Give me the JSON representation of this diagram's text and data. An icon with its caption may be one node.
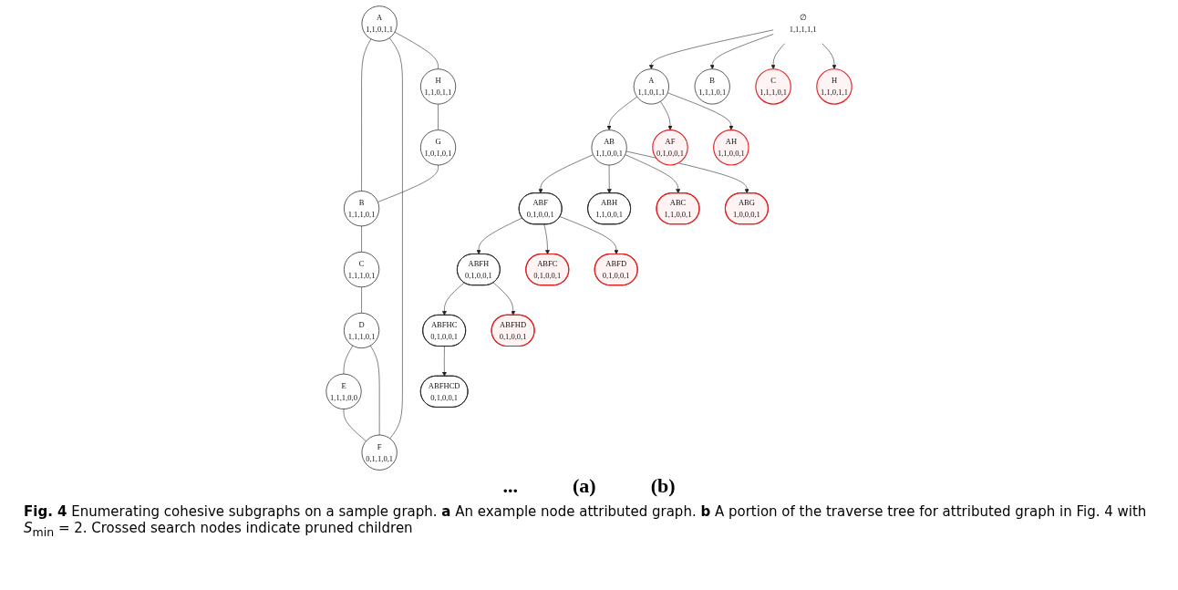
{
  "diagram": {
    "caption": "**Fig. 4** Enumerating cohesive subgraphs on a sample graph. **a** An example node attributed graph. **b** A portion of the traverse tree for attributed graph in Fig. 4 with *S*$_{min}$ = 2. Crossed search nodes indicate pruned children",
    "nodes": [
      {
        "text": [
          "A",
          "1,1,0,1,1"
        ]
      },
      {
        "text": [
          "B",
          "1,1,1,0,1"
        ]
      },
      {
        "text": [
          "C",
          "1,1,1,0,1"
        ]
      },
      {
        "text": [
          "D",
          "1,1,1,0,1"
        ]
      },
      {
        "text": [
          "E",
          "1,1,1,0,0"
        ]
      },
      {
        "text": [
          "F",
          "0,1,1,0,1"
        ]
      },
      {
        "text": [
          "G",
          "1,0,1,0,1"
        ]
      },
      {
        "text": [
          "H",
          "1,1,0,1,1"
        ]
      },
      {
        "text": [
          "∅",
          "1,1,1,1,1"
        ]
      },
      {
        "text": [
          "A",
          "1,1,0,1,1"
        ]
      },
      {
        "text": [
          "B",
          "1,1,1,0,1"
        ]
      },
      {
        "text": [
          "C",
          "1,1,1,0,1"
        ]
      },
      {
        "text": [
          "H",
          "1,1,0,1,1"
        ]
      },
      {
        "text": [
          "AB",
          "1,1,0,0,1"
        ]
      },
      {
        "text": [
          "AF",
          "0,1,0,0,1"
        ]
      },
      {
        "text": [
          "AH",
          "1,1,0,0,1"
        ]
      },
      {
        "text": [
          "ABF",
          "0,1,0,0,1"
        ]
      },
      {
        "text": [
          "ABH",
          "1,1,0,0,1"
        ]
      },
      {
        "text": [
          "ABC",
          "1,1,0,0,1"
        ]
      },
      {
        "text": [
          "ABG",
          "1,0,0,0,1"
        ]
      },
      {
        "text": [
          "ABFH",
          "0,1,0,0,1"
        ]
      },
      {
        "text": [
          "ABFC",
          "0,1,0,0,1"
        ]
      },
      {
        "text": [
          "ABFD",
          "0,1,0,0,1"
        ]
      },
      {
        "text": [
          "ABFHC",
          "0,1,0,0,1"
        ]
      },
      {
        "text": [
          "ABFHD",
          "0,1,0,0,1"
        ]
      },
      {
        "text": [
          "ABFHCD",
          "0,1,0,0,1"
        ]
      }
    ],
    "edges": [
      {
        "from": 0,
        "to": 1,
        "arrow": "none"
      },
      {
        "from": 1,
        "to": 2,
        "arrow": "none"
      },
      {
        "from": 2,
        "to": 3,
        "arrow": "none"
      },
      {
        "from": 3,
        "to": 4,
        "arrow": "none"
      },
      {
        "from": 4,
        "to": 5,
        "arrow": "none"
      },
      {
        "from": 5,
        "to": 3,
        "arrow": "none"
      },
      {
        "from": 0,
        "to": 5,
        "arrow": "none"
      },
      {
        "from": 0,
        "to": 7,
        "arrow": "none"
      },
      {
        "from": 7,
        "to": 6,
        "arrow": "none"
      },
      {
        "from": 6,
        "to": 1,
        "arrow": "none"
      },
      {
        "from": 8,
        "to": 9,
        "arrow": "to"
      },
      {
        "from": 8,
        "to": 10,
        "arrow": "to"
      },
      {
        "from": 8,
        "to": 11,
        "arrow": "to"
      },
      {
        "from": 8,
        "to": 12,
        "arrow": "to"
      },
      {
        "from": 9,
        "to": 13,
        "arrow": "to"
      },
      {
        "from": 9,
        "to": 14,
        "arrow": "to"
      },
      {
        "from": 9,
        "to": 15,
        "arrow": "to"
      },
      {
        "from": 13,
        "to": 16,
        "arrow": "to"
      },
      {
        "from": 13,
        "to": 17,
        "arrow": "to"
      },
      {
        "from": 13,
        "to": 18,
        "arrow": "to"
      },
      {
        "from": 13,
        "to": 19,
        "arrow": "to"
      },
      {
        "from": 16,
        "to": 20,
        "arrow": "to"
      },
      {
        "from": 16,
        "to": 21,
        "arrow": "to"
      },
      {
        "from": 16,
        "to": 22,
        "arrow": "to"
      },
      {
        "from": 20,
        "to": 23,
        "arrow": "to"
      },
      {
        "from": 20,
        "to": 24,
        "arrow": "to"
      },
      {
        "from": 23,
        "to": 25,
        "arrow": "to"
      }
    ],
    "labels": [
      "...",
      "(a)",
      "(b)"
    ]
  }
}
